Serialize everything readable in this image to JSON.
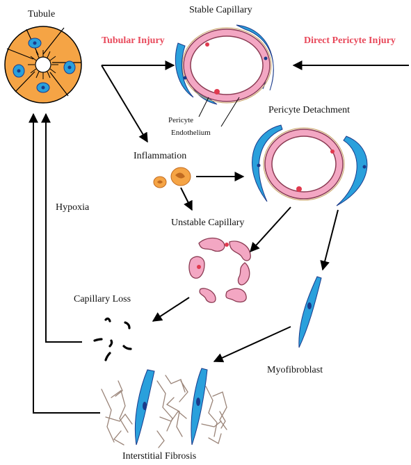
{
  "labels": {
    "tubule": "Tubule",
    "stable_capillary": "Stable Capillary",
    "tubular_injury": "Tubular Injury",
    "direct_pericyte_injury": "Direct Pericyte Injury",
    "pericyte": "Pericyte",
    "endothelium": "Endothelium",
    "pericyte_detachment": "Pericyte Detachment",
    "inflammation": "Inflammation",
    "hypoxia": "Hypoxia",
    "unstable_capillary": "Unstable Capillary",
    "capillary_loss": "Capillary Loss",
    "myofibroblast": "Myofibroblast",
    "interstitial_fibrosis": "Interstitial Fibrosis"
  },
  "colors": {
    "emphasis_text": "#e8485a",
    "pericyte_blue": "#2aa0dc",
    "nucleus_navy": "#1a3a8a",
    "endothelium_pink": "#f3a7c3",
    "nucleus_red": "#e0394e",
    "tubule_orange": "#f5a445",
    "collagen_brown": "#9a8478",
    "arrow_black": "#000000"
  }
}
